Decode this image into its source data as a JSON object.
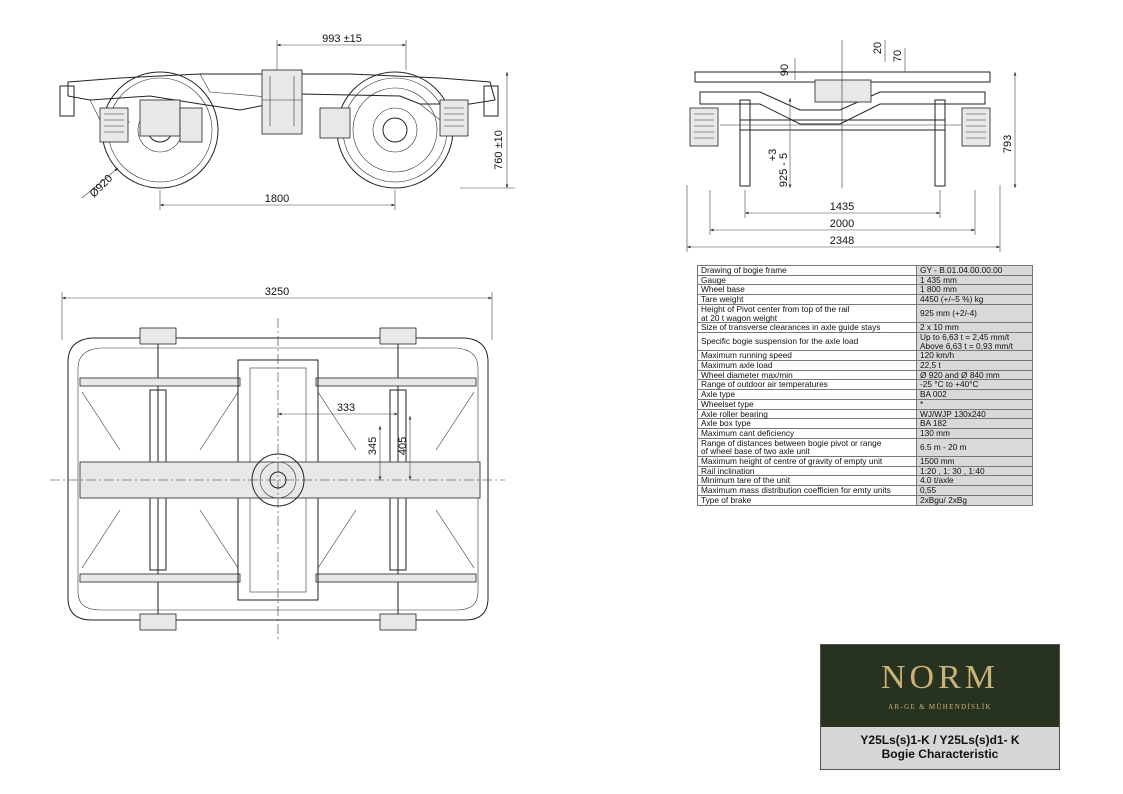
{
  "side_view": {
    "dim_offset": "993 ±15",
    "dim_wheelbase": "1800",
    "dim_height": "760 ±10",
    "dim_wheel_dia": "Ø920"
  },
  "end_view": {
    "dim_20": "20",
    "dim_70": "70",
    "dim_90": "90",
    "dim_925": "925 - 5",
    "dim_plus3": "+3",
    "dim_793": "793",
    "dim_1435": "1435",
    "dim_2000": "2000",
    "dim_2348": "2348"
  },
  "plan_view": {
    "dim_3250": "3250",
    "dim_333": "333",
    "dim_345": "345",
    "dim_405": "405"
  },
  "spec_table": [
    {
      "label": "Drawing of bogie frame",
      "value": "GY - B.01.04.00.00.00"
    },
    {
      "label": "Gauge",
      "value": "1 435 mm"
    },
    {
      "label": "Wheel base",
      "value": "1 800 mm"
    },
    {
      "label": "Tare weight",
      "value": "4450  (+/–5 %)  kg"
    },
    {
      "label": "Height of Pivot center from top of the rail\nat  20 t wagon weight",
      "value": "925 mm  (+2/-4)"
    },
    {
      "label": "Size of transverse clearances in axle guide stays",
      "value": "2 x 10 mm"
    },
    {
      "label": "Specific bogie suspension for the axle load",
      "value": "Up to 6,63 t =  2,45 mm/t\nAbove 6,63 t = 0,93 mm/t"
    },
    {
      "label": "Maximum running speed",
      "value": "120 km/h"
    },
    {
      "label": "Maximum axle load",
      "value": "22,5 t"
    },
    {
      "label": "Wheel diameter max/min",
      "value": "Ø 920 and Ø 840 mm"
    },
    {
      "label": "Range of outdoor air temperatures",
      "value": "-25 °C to +40°C"
    },
    {
      "label": "Axle type",
      "value": "BA 002"
    },
    {
      "label": "Wheelset type",
      "value": "*"
    },
    {
      "label": "Axle roller bearing",
      "value": "WJ/WJP 130x240"
    },
    {
      "label": "Axle box type",
      "value": "BA 182"
    },
    {
      "label": "Maximum cant deficiency",
      "value": "130 mm"
    },
    {
      "label": "Range of distances between bogie pivot or range\nof wheel base of two axle unit",
      "value": "6.5 m - 20 m"
    },
    {
      "label": "Maximum height of centre of gravity of empty unit",
      "value": "1500 mm"
    },
    {
      "label": "Rail inclination",
      "value": "1:20  ,  1: 30  ,  1:40"
    },
    {
      "label": "Minimum tare of the unit",
      "value": "4.0 t/axle"
    },
    {
      "label": "Maximum mass distribution coefficien for emty units",
      "value": "0,55"
    },
    {
      "label": "Type of brake",
      "value": "2xBgu/ 2xBg"
    }
  ],
  "title_block": {
    "logo_name": "NORM",
    "logo_sub": "AR-GE & MÜHENDİSLİK",
    "title_line1": "Y25Ls(s)1-K /  Y25Ls(s)d1- K",
    "title_line2": "Bogie Characteristic",
    "logo_color": "#27331f",
    "gold": "#c9b27a"
  }
}
